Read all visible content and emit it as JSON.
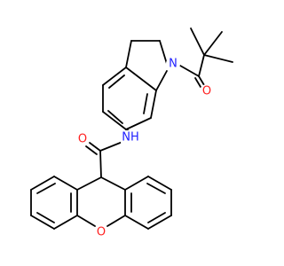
{
  "molecule": {
    "atom_labels": {
      "ring_nitrogen": "N",
      "carbonyl_oxygen_pivaloyl": "O",
      "amide_nitrogen": "NH",
      "amide_oxygen": "O",
      "xanthene_oxygen": "O"
    },
    "colors": {
      "carbon_bond": "#000000",
      "nitrogen": "#2020ff",
      "oxygen": "#ff2020",
      "background": "#ffffff"
    }
  }
}
